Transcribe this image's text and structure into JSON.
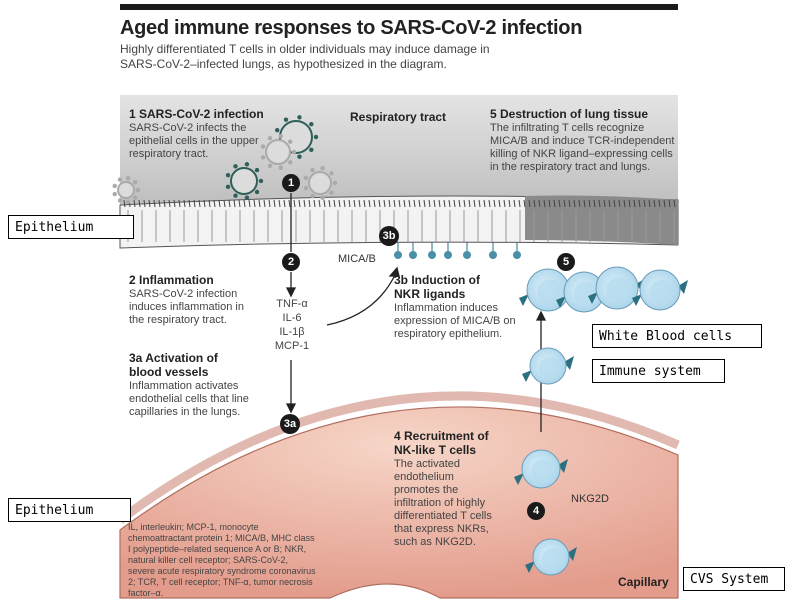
{
  "header": {
    "title": "Aged immune responses to SARS-CoV-2 infection",
    "subtitle": "Highly differentiated T cells in older individuals may induce damage in SARS-CoV-2–infected lungs, as hypothesized in the diagram."
  },
  "regions": {
    "respiratory_tract": "Respiratory tract",
    "capillary": "Capillary"
  },
  "steps": {
    "s1": {
      "badge": "1",
      "title": "1  SARS-CoV-2 infection",
      "text": "SARS-CoV-2 infects the epithelial cells in the upper respiratory tract."
    },
    "s2": {
      "badge": "2",
      "title": "2  Inflammation",
      "text": "SARS-CoV-2 infection induces inflammation in the respiratory tract."
    },
    "s3a": {
      "badge": "3a",
      "title": "3a  Activation of blood vessels",
      "text": "Inflammation activates endothelial cells that line capillaries in the lungs."
    },
    "s3b": {
      "badge": "3b",
      "title": "3b  Induction of NKR ligands",
      "text": "Inflammation induces expression of MICA/B on respiratory epithelium."
    },
    "s4": {
      "badge": "4",
      "title": "4  Recruitment of NK-like T cells",
      "text": "The activated endothelium promotes the infiltration of highly differentiated T cells that express NKRs, such as NKG2D."
    },
    "s5": {
      "badge": "5",
      "title": "5  Destruction of lung tissue",
      "text": "The infiltrating T cells recognize MICA/B and induce TCR-independent killing of NKR ligand–expressing cells in the respiratory tract and lungs."
    }
  },
  "cytokines": [
    "TNF-α",
    "IL-6",
    "IL-1β",
    "MCP-1"
  ],
  "labels": {
    "mica": "MICA/B",
    "nkg2d": "NKG2D"
  },
  "footnote": "IL, interleukin; MCP-1, monocyte chemoattractant protein 1; MICA/B, MHC class I polypeptide–related sequence A or B; NKR, natural killer cell receptor; SARS-CoV-2, severe acute respiratory syndrome coronavirus 2; TCR, T cell receptor; TNF-α, tumor necrosis factor–α.",
  "annotations": {
    "epithelium_top": "Epithelium",
    "white_blood_cells": "White Blood cells",
    "immune_system": "Immune system",
    "epithelium_bottom": "Epithelium",
    "cvs_system": "CVS System"
  },
  "colors": {
    "capillary": "#e9a898",
    "tcell": "#bfe0f0",
    "receptor": "#2a7080",
    "panel": "#d8d8d8"
  }
}
